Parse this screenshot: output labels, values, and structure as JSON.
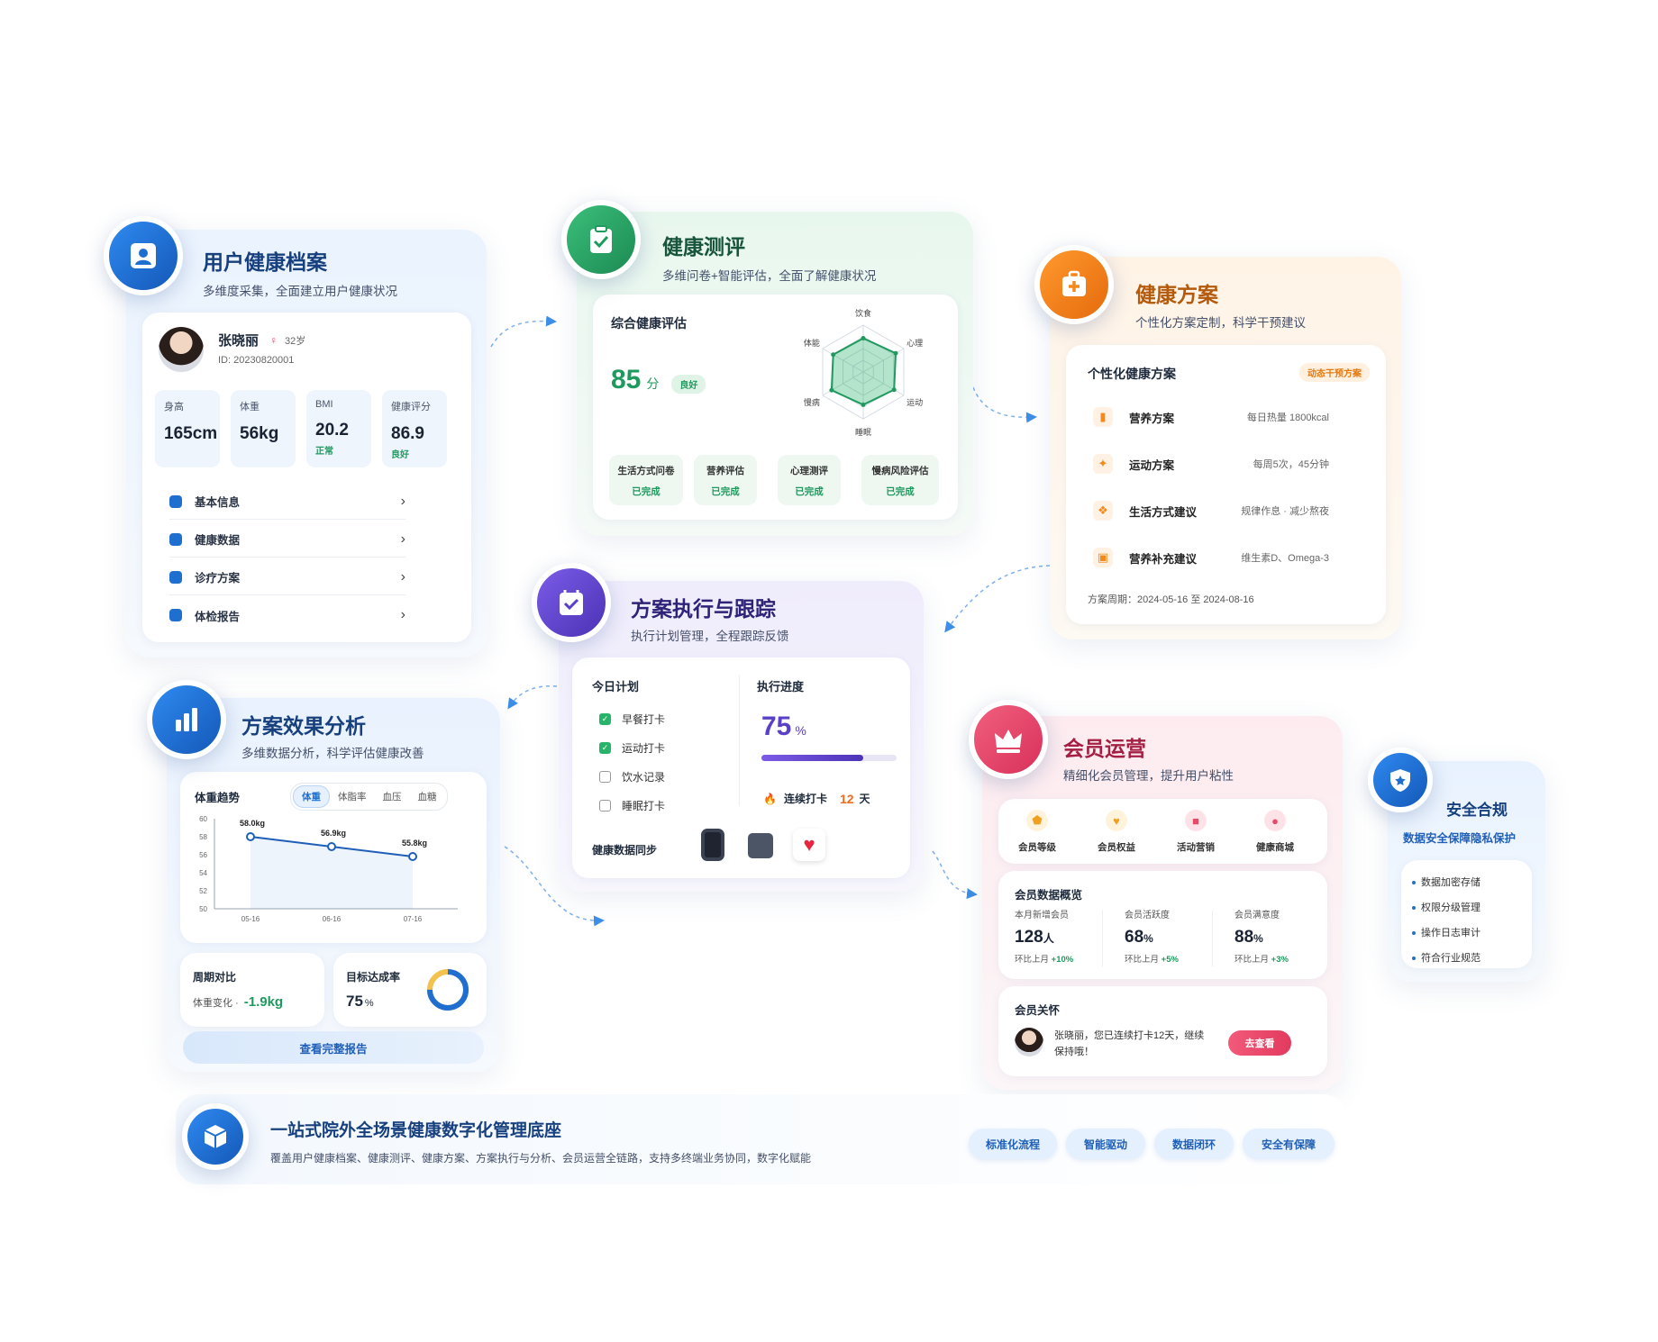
{
  "profile": {
    "title": "用户健康档案",
    "subtitle": "多维度采集，全面建立用户健康状况",
    "user_name": "张晓丽",
    "user_age": "32岁",
    "user_id": "ID: 20230820001",
    "stats": [
      {
        "label": "身高",
        "value": "165cm",
        "tag": ""
      },
      {
        "label": "体重",
        "value": "56kg",
        "tag": ""
      },
      {
        "label": "BMI",
        "value": "20.2",
        "tag": "正常"
      },
      {
        "label": "健康评分",
        "value": "86.9",
        "tag": "良好"
      }
    ],
    "menu": [
      "基本信息",
      "健康数据",
      "诊疗方案",
      "体检报告"
    ]
  },
  "assessment": {
    "title": "健康测评",
    "subtitle": "多维问卷+智能评估，全面了解健康状况",
    "panel_title": "综合健康评估",
    "score": "85",
    "score_unit": "分",
    "score_badge": "良好",
    "radar_labels": [
      "饮食",
      "心理",
      "运动",
      "睡眠",
      "慢病",
      "体能"
    ],
    "radar_values": [
      0.72,
      0.8,
      0.76,
      0.7,
      0.78,
      0.74
    ],
    "items": [
      {
        "label": "生活方式问卷",
        "status": "已完成"
      },
      {
        "label": "营养评估",
        "status": "已完成"
      },
      {
        "label": "心理测评",
        "status": "已完成"
      },
      {
        "label": "慢病风险评估",
        "status": "已完成"
      }
    ]
  },
  "plan": {
    "title": "健康方案",
    "subtitle": "个性化方案定制，科学干预建议",
    "panel_title": "个性化健康方案",
    "badge": "动态干预方案",
    "rows": [
      {
        "icon": "utensils-icon",
        "label": "营养方案",
        "value": "每日热量 1800kcal"
      },
      {
        "icon": "running-icon",
        "label": "运动方案",
        "value": "每周5次，45分钟"
      },
      {
        "icon": "leaf-icon",
        "label": "生活方式建议",
        "value": "规律作息 · 减少熬夜"
      },
      {
        "icon": "pill-icon",
        "label": "营养补充建议",
        "value": "维生素D、Omega-3"
      }
    ],
    "cycle": "方案周期：2024-05-16 至 2024-08-16"
  },
  "execution": {
    "title": "方案执行与跟踪",
    "subtitle": "执行计划管理，全程跟踪反馈",
    "today_title": "今日计划",
    "todos": [
      {
        "label": "早餐打卡",
        "done": true
      },
      {
        "label": "运动打卡",
        "done": true
      },
      {
        "label": "饮水记录",
        "done": false
      },
      {
        "label": "睡眠打卡",
        "done": false
      }
    ],
    "progress_title": "执行进度",
    "progress_value": "75",
    "progress_unit": "%",
    "progress": 0.75,
    "streak_label": "连续打卡",
    "streak_value": "12",
    "streak_unit": "天",
    "devices_label": "健康数据同步"
  },
  "effect": {
    "title": "方案效果分析",
    "subtitle": "多维数据分析，科学评估健康改善",
    "panel_title": "体重趋势",
    "tabs": [
      "体重",
      "体脂率",
      "血压",
      "血糖"
    ],
    "chart_data": {
      "type": "line",
      "x": [
        "05-16",
        "06-16",
        "07-16"
      ],
      "series": [
        {
          "name": "体重",
          "values": [
            58.0,
            56.9,
            55.8
          ]
        }
      ],
      "point_labels": [
        "58.0kg",
        "56.9kg",
        "55.8kg"
      ],
      "y_ticks": [
        "60",
        "58",
        "56",
        "54",
        "52",
        "50"
      ],
      "ylim": [
        50,
        60
      ]
    },
    "compare_title": "周期对比",
    "compare_label": "体重变化 ·",
    "compare_value": "-1.9kg",
    "goal_title": "目标达成率",
    "goal_value": "75",
    "goal_unit": "%",
    "goal": 0.75,
    "report_button": "查看完整报告"
  },
  "member": {
    "title": "会员运营",
    "subtitle": "精细化会员管理，提升用户粘性",
    "perks": [
      {
        "label": "会员等级",
        "color": "#f0a020",
        "icon": "shield-icon"
      },
      {
        "label": "会员权益",
        "color": "#f0a020",
        "icon": "heart-icon"
      },
      {
        "label": "活动营销",
        "color": "#e84b6a",
        "icon": "gift-icon"
      },
      {
        "label": "健康商城",
        "color": "#e84b6a",
        "icon": "store-icon"
      }
    ],
    "overview_title": "会员数据概览",
    "stats": [
      {
        "label": "本月新增会员",
        "value": "128",
        "unit": "人",
        "foot": "环比上月",
        "delta": "+10%"
      },
      {
        "label": "会员活跃度",
        "value": "68",
        "unit": "%",
        "foot": "环比上月",
        "delta": "+5%"
      },
      {
        "label": "会员满意度",
        "value": "88",
        "unit": "%",
        "foot": "环比上月",
        "delta": "+3%"
      }
    ],
    "care_title": "会员关怀",
    "care_text": "张晓丽，您已连续打卡12天，继续保持哦！",
    "care_button": "去查看"
  },
  "security": {
    "title": "安全合规",
    "subtitle": "数据安全保障隐私保护",
    "items": [
      "数据加密存储",
      "权限分级管理",
      "操作日志审计",
      "符合行业规范"
    ]
  },
  "footer": {
    "title": "一站式院外全场景健康数字化管理底座",
    "text": "覆盖用户健康档案、健康测评、健康方案、方案执行与分析、会员运营全链路，支持多终端业务协同，数字化赋能",
    "pills": [
      "标准化流程",
      "智能驱动",
      "数据闭环",
      "安全有保障"
    ]
  },
  "colors": {
    "blue": "#1f6fd1",
    "green": "#1f9a5e",
    "orange": "#f28a1c",
    "purple": "#5a3fc8",
    "pink": "#e84b6a"
  }
}
